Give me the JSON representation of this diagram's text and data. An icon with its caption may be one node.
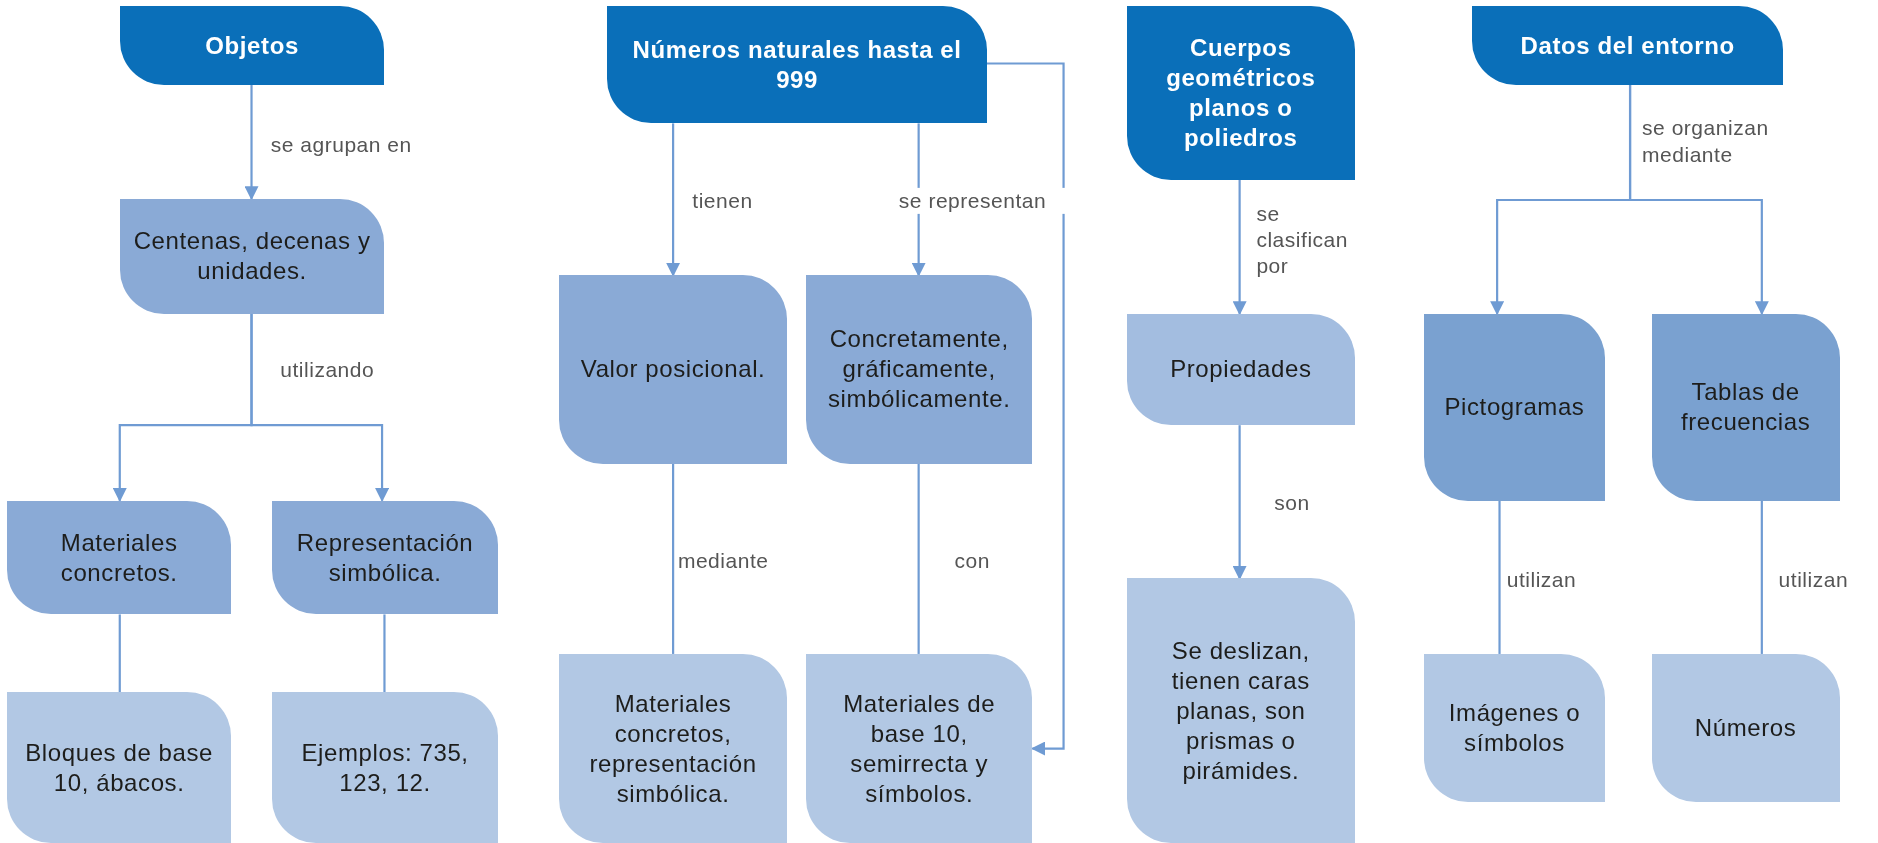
{
  "diagram": {
    "nodes": [
      {
        "text": [
          "Objetos"
        ]
      },
      {
        "text": [
          "Centenas, decenas y unidades."
        ]
      },
      {
        "text": [
          "Materiales concretos."
        ]
      },
      {
        "text": [
          "Representación simbólica."
        ]
      },
      {
        "text": [
          "Bloques de base 10, ábacos."
        ]
      },
      {
        "text": [
          "Ejemplos: 735, 123, 12."
        ]
      },
      {
        "text": [
          "Números naturales hasta el 999"
        ]
      },
      {
        "text": [
          "Valor posicional."
        ]
      },
      {
        "text": [
          "Concretamente, gráficamente, simbólicamente."
        ]
      },
      {
        "text": [
          "Materiales concretos, representación simbólica."
        ]
      },
      {
        "text": [
          "Materiales de base 10, semirrecta y símbolos."
        ]
      },
      {
        "text": [
          "Cuerpos geométricos planos o poliedros"
        ]
      },
      {
        "text": [
          "Propiedades"
        ]
      },
      {
        "text": [
          "Se deslizan, tienen caras planas, son prismas o pirámides."
        ]
      },
      {
        "text": [
          "Datos del entorno"
        ]
      },
      {
        "text": [
          "Pictogramas"
        ]
      },
      {
        "text": [
          "Tablas de frecuencias"
        ]
      },
      {
        "text": [
          "Imágenes o símbolos"
        ]
      },
      {
        "text": [
          "Números"
        ]
      }
    ],
    "edges": [
      {
        "from": 0,
        "to": 1,
        "arrow": "to",
        "label": "se agrupan en"
      },
      {
        "from": 1,
        "to": 2,
        "arrow": "to",
        "label": "utilizando"
      },
      {
        "from": 1,
        "to": 3,
        "arrow": "to"
      },
      {
        "from": 2,
        "to": 4,
        "arrow": "none"
      },
      {
        "from": 3,
        "to": 5,
        "arrow": "none"
      },
      {
        "from": 6,
        "to": 7,
        "arrow": "to",
        "label": "tienen"
      },
      {
        "from": 6,
        "to": 8,
        "arrow": "to",
        "label": "se representan"
      },
      {
        "from": 6,
        "to": 10,
        "arrow": "to"
      },
      {
        "from": 7,
        "to": 9,
        "arrow": "none",
        "label": "mediante"
      },
      {
        "from": 8,
        "to": 10,
        "arrow": "none",
        "label": "con"
      },
      {
        "from": 11,
        "to": 12,
        "arrow": "to",
        "label": "se clasifican por"
      },
      {
        "from": 12,
        "to": 13,
        "arrow": "to",
        "label": "son"
      },
      {
        "from": 14,
        "to": 15,
        "arrow": "to",
        "label": "se organizan mediante"
      },
      {
        "from": 14,
        "to": 16,
        "arrow": "to"
      },
      {
        "from": 15,
        "to": 17,
        "arrow": "none",
        "label": "utilizan"
      },
      {
        "from": 16,
        "to": 18,
        "arrow": "none",
        "label": "utilizan"
      }
    ]
  }
}
